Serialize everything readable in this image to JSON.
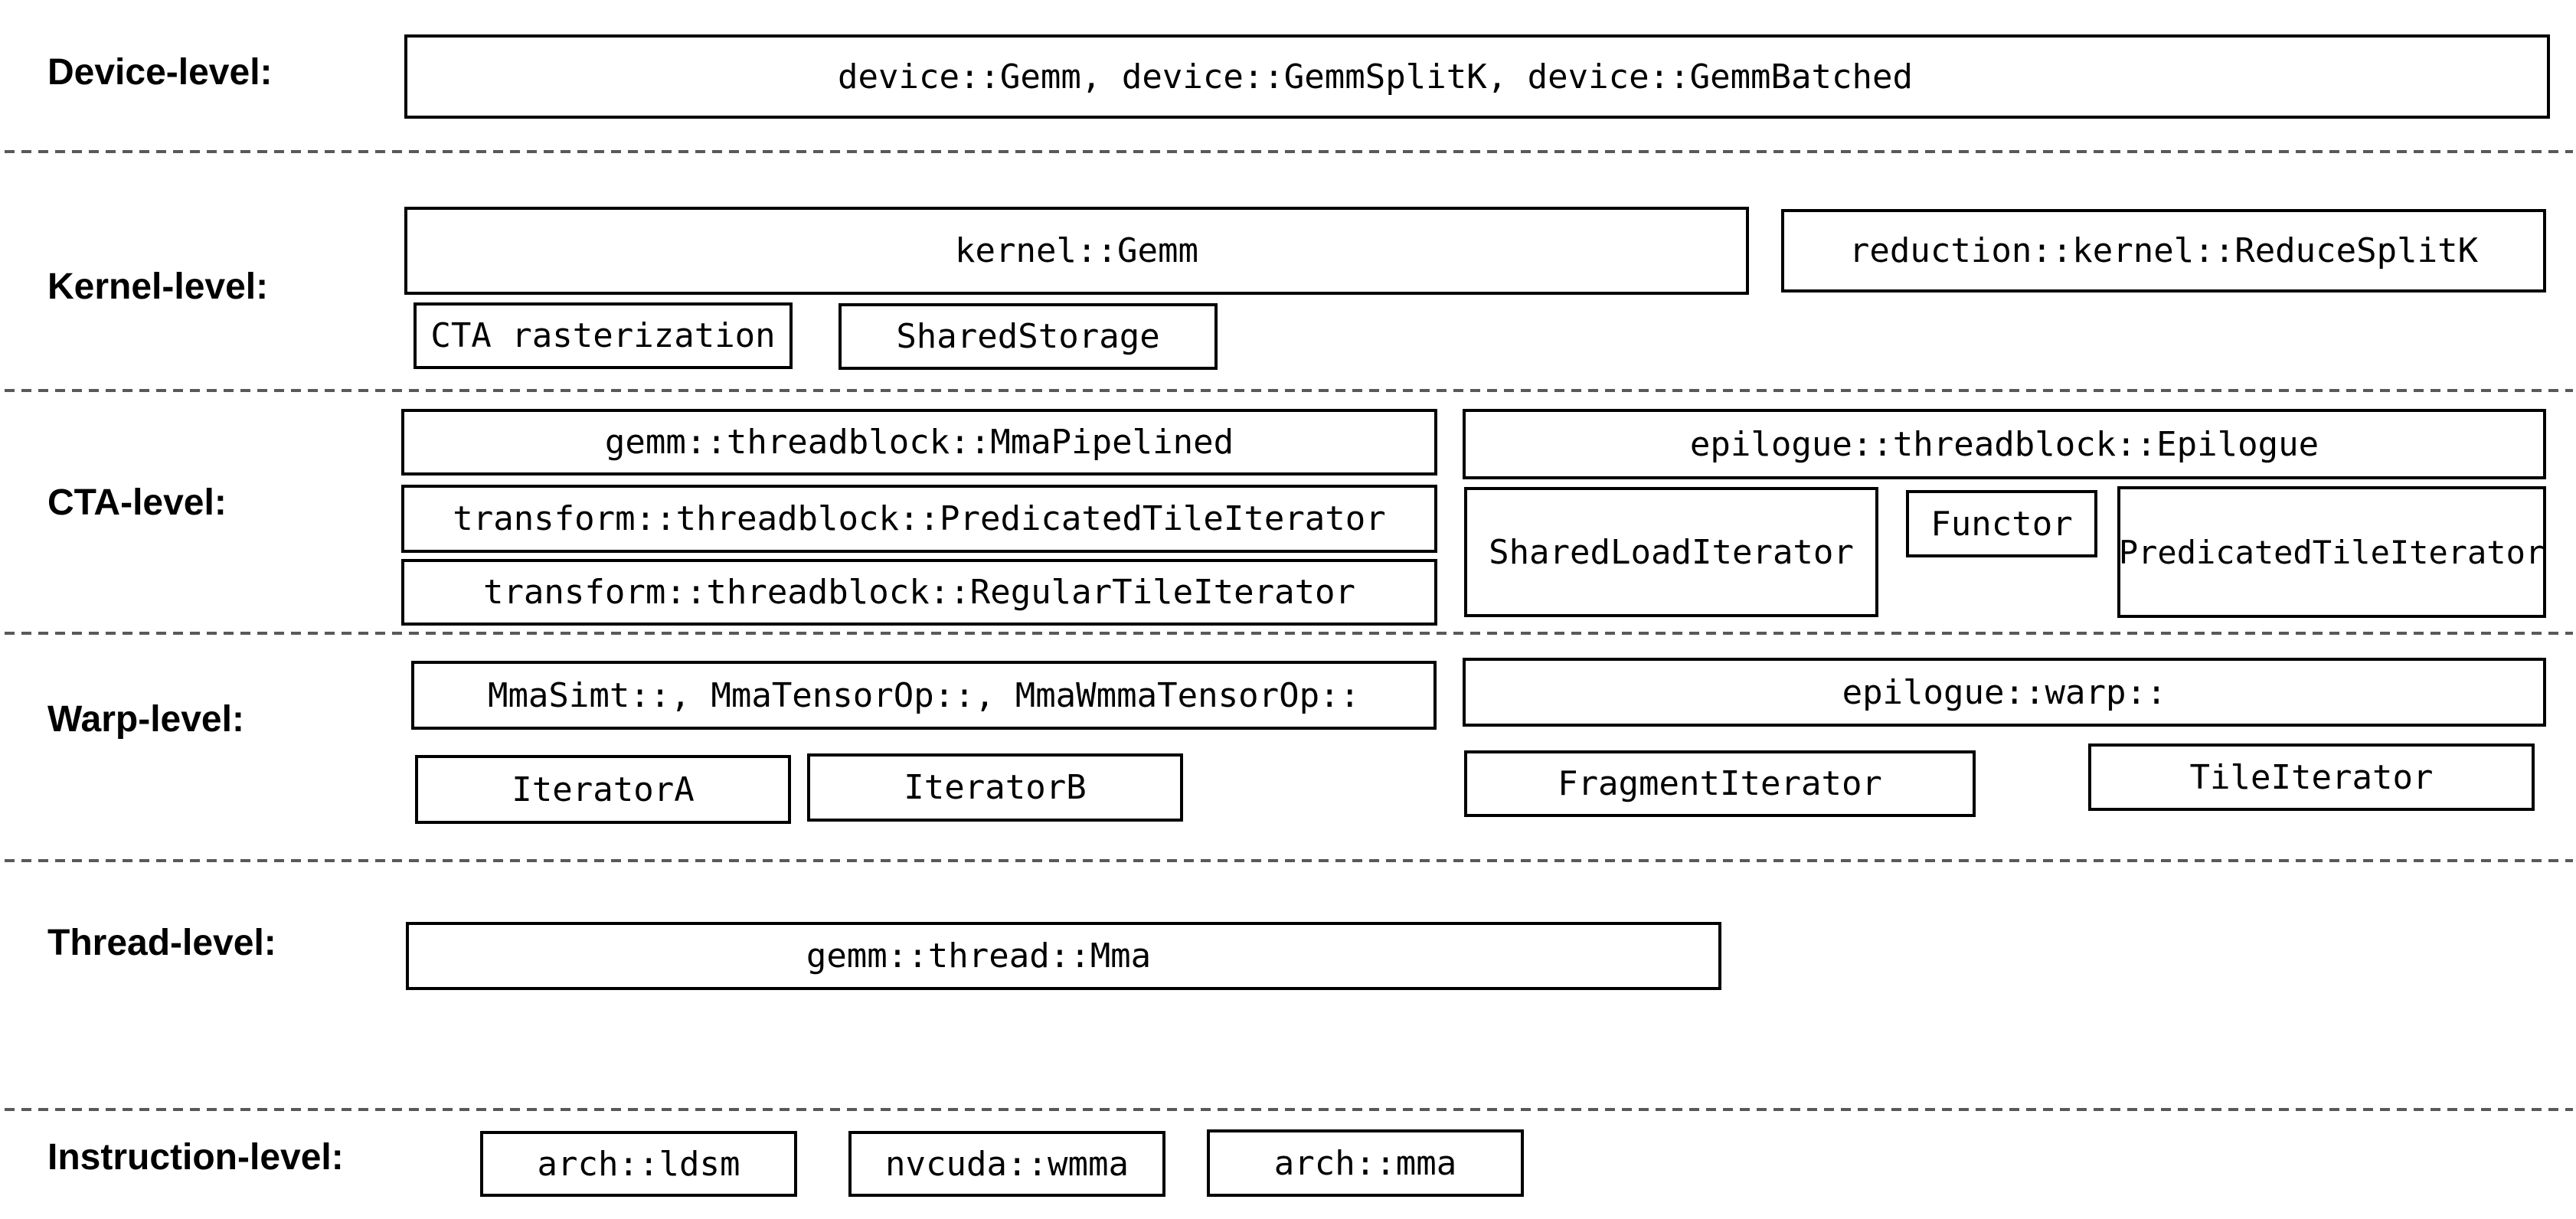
{
  "colors": {
    "box_border": "#000000",
    "box_fill": "#ffffff",
    "text": "#000000",
    "separator_dash": "#595959",
    "background": "#ffffff"
  },
  "levels": {
    "device": {
      "label": "Device-level:",
      "apis": "device::Gemm, device::GemmSplitK, device::GemmBatched"
    },
    "kernel": {
      "label": "Kernel-level:",
      "main": "kernel::Gemm",
      "reduce": "reduction::kernel::ReduceSplitK",
      "sub1": "CTA rasterization",
      "sub2": "SharedStorage"
    },
    "cta": {
      "label": "CTA-level:",
      "left1": "gemm::threadblock::MmaPipelined",
      "left2": "transform::threadblock::PredicatedTileIterator",
      "left3": "transform::threadblock::RegularTileIterator",
      "right_main": "epilogue::threadblock::Epilogue",
      "right_sub1": "SharedLoadIterator",
      "right_sub2": "Functor",
      "right_sub3": "PredicatedTileIterator"
    },
    "warp": {
      "label": "Warp-level:",
      "left_main": "MmaSimt::, MmaTensorOp::, MmaWmmaTensorOp::",
      "left_sub1": "IteratorA",
      "left_sub2": "IteratorB",
      "right_main": "epilogue::warp::",
      "right_sub1": "FragmentIterator",
      "right_sub2": "TileIterator"
    },
    "thread": {
      "label": "Thread-level:",
      "main": "gemm::thread::Mma"
    },
    "instruction": {
      "label": "Instruction-level:",
      "box1": "arch::ldsm",
      "box2": "nvcuda::wmma",
      "box3": "arch::mma"
    }
  }
}
